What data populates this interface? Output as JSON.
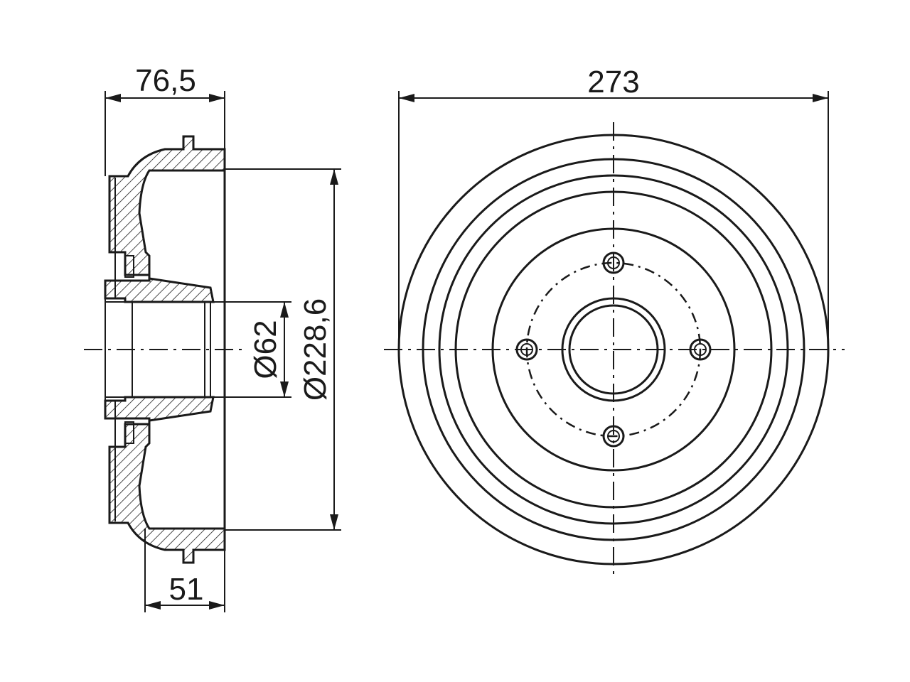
{
  "dimensions": {
    "width_total": "76,5",
    "width_inner": "51",
    "outer_diameter": "273",
    "hub_bore": "Ø62",
    "drum_bore": "Ø228,6"
  },
  "colors": {
    "line": "#1a1a1a",
    "background": "#ffffff"
  }
}
